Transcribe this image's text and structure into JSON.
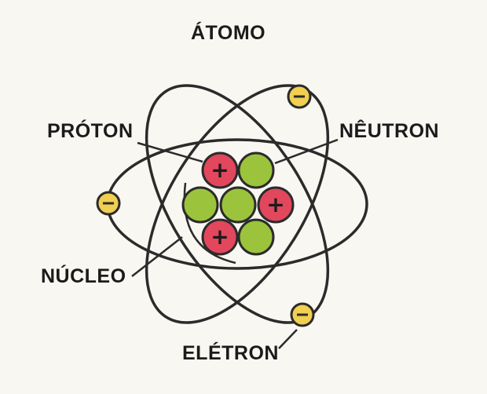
{
  "title": "ÁTOMO",
  "labels": {
    "proton": "PRÓTON",
    "neutron": "NÊUTRON",
    "nucleus": "NÚCLEO",
    "electron": "ELÉTRON"
  },
  "symbols": {
    "proton_charge": "+",
    "electron_charge": "−"
  },
  "colors": {
    "background": "#f9f7f2",
    "orbit": "#2b2b2b",
    "proton": "#e2475d",
    "neutron": "#9bc43c",
    "electron": "#f0cf52"
  }
}
